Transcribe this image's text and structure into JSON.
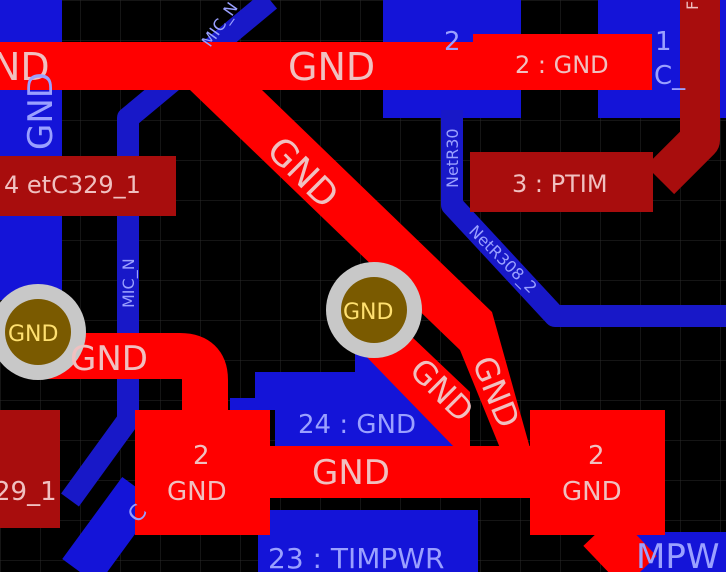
{
  "app": "PCB layout editor (zoomed view)",
  "colors": {
    "background": "#000000",
    "grid": "#2a2a2a",
    "top_copper": "#ff0000",
    "top_copper_dim": "#b01010",
    "pad_dark_red": "#a80d0d",
    "bottom_copper": "#1414d8",
    "bottom_copper_trace": "#1818c8",
    "via_ring": "#c8c8c8",
    "via_hole": "#7a5a00",
    "label_on_red": "#f0c0c0",
    "label_on_blue": "#9aa0ff",
    "label_via": "#ffe070"
  },
  "labels": {
    "gnd_top_left": "ND",
    "gnd_top_center": "GND",
    "pad_2_gnd": "2 : GND",
    "pad_1": "1",
    "pad_cfrag": "C_",
    "pad_2_top": "2",
    "netc329_pad": "4   etC329_1",
    "pad_3_ptim": "3 : PTIM",
    "gnd_vertical_left": "GND",
    "gnd_diag_upper": "GND",
    "via_left": "GND",
    "via_center": "GND",
    "gnd_trace_left": "GND",
    "gnd_diag_lower1": "GND",
    "gnd_diag_lower2": "GND",
    "pad_24_gnd": "24 : GND",
    "pad_left_num": "2",
    "pad_left_net": "GND",
    "gnd_bottom_trace": "GND",
    "pad_right_num": "2",
    "pad_right_net": "GND",
    "pad_29_frag": "29_1",
    "pad_23_timpwr": "23 : TIMPWR",
    "mpw_frag": "MPW",
    "net_mic_n_vertical": "MIC_N",
    "net_mic_n_top": "MIC_N",
    "net_r30_vertical": "NetR30",
    "net_r308_2": "NetR308_2",
    "blue_c_frag": "C",
    "top_right_frag": "F"
  }
}
